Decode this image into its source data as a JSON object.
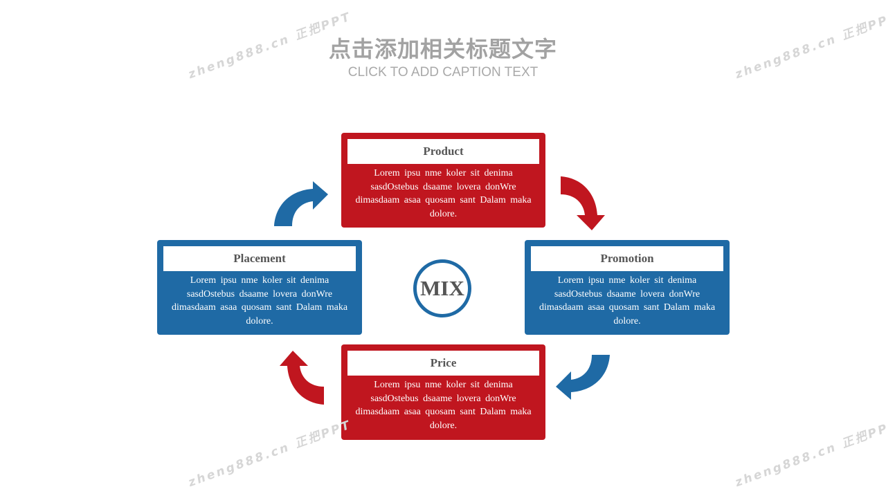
{
  "header": {
    "title": "点击添加相关标题文字",
    "subtitle": "CLICK TO ADD CAPTION TEXT"
  },
  "center": {
    "label": "MIX"
  },
  "boxes": {
    "product": {
      "title": "Product",
      "body": "Lorem ipsu nme koler sit denima sasdOstebus dsaame lovera donWre dimasdaam asaa quosam sant Dalam maka dolore.",
      "color": "#c0161f"
    },
    "promotion": {
      "title": "Promotion",
      "body": "Lorem ipsu nme koler sit denima sasdOstebus dsaame lovera donWre dimasdaam asaa quosam sant Dalam maka dolore.",
      "color": "#1f6aa5"
    },
    "price": {
      "title": "Price",
      "body": "Lorem ipsu nme koler sit denima sasdOstebus dsaame lovera donWre dimasdaam asaa quosam sant Dalam maka dolore.",
      "color": "#c0161f"
    },
    "placement": {
      "title": "Placement",
      "body": "Lorem ipsu nme koler sit denima sasdOstebus dsaame lovera donWre dimasdaam asaa quosam sant Dalam maka dolore.",
      "color": "#1f6aa5"
    }
  },
  "watermark": {
    "text": "zheng888.cn 正把PPT"
  },
  "colors": {
    "red": "#c0161f",
    "blue": "#1f6aa5",
    "title_gray": "#a2a2a2"
  }
}
